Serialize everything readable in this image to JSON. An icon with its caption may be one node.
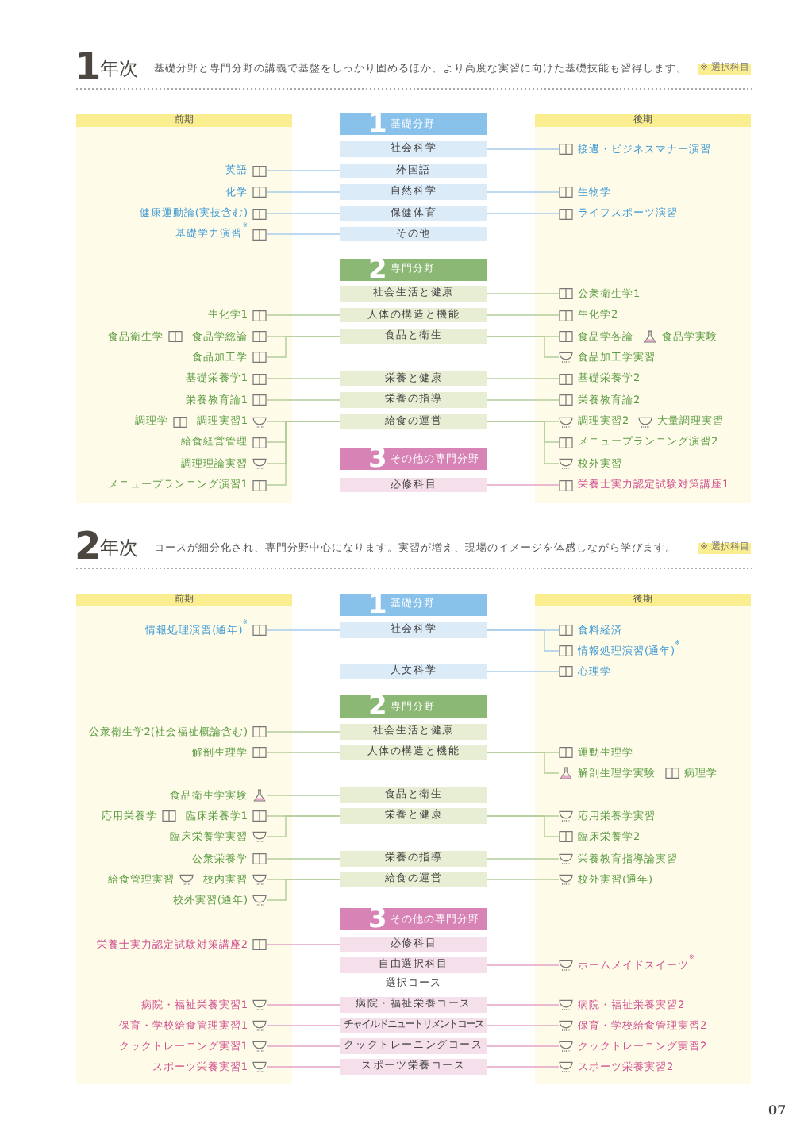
{
  "diagram": {
    "nodes": [
      {
        "text": [
          "前期"
        ]
      },
      {
        "text": [
          "英語"
        ],
        "in": 0
      },
      {
        "text": [
          "化学"
        ],
        "in": 0
      },
      {
        "text": [
          "健康運動論(実技含む)"
        ],
        "in": 0
      },
      {
        "text": [
          "基礎学力演習$^{※}$"
        ],
        "in": 0
      },
      {
        "text": [
          "生化学1"
        ],
        "in": 0
      },
      {
        "text": [
          "食品衛生学",
          "食品学総論"
        ],
        "in": 0
      },
      {
        "text": [
          "食品加工学"
        ],
        "in": 0
      },
      {
        "text": [
          "基礎栄養学1"
        ],
        "in": 0
      },
      {
        "text": [
          "栄養教育論1"
        ],
        "in": 0
      },
      {
        "text": [
          "調理学",
          "調理実習1"
        ],
        "in": 0
      },
      {
        "text": [
          "給食経営管理"
        ],
        "in": 0
      },
      {
        "text": [
          "調理理論実習"
        ],
        "in": 0
      },
      {
        "text": [
          "メニュープランニング演習1"
        ],
        "in": 0
      },
      {
        "text": [
          "1",
          "基礎分野"
        ]
      },
      {
        "text": [
          "社会科学"
        ]
      },
      {
        "text": [
          "外国語"
        ]
      },
      {
        "text": [
          "自然科学"
        ]
      },
      {
        "text": [
          "保健体育"
        ]
      },
      {
        "text": [
          "その他"
        ]
      },
      {
        "text": [
          "2",
          "専門分野"
        ]
      },
      {
        "text": [
          "社会生活と健康"
        ]
      },
      {
        "text": [
          "人体の構造と機能"
        ]
      },
      {
        "text": [
          "食品と衛生"
        ]
      },
      {
        "text": [
          "栄養と健康"
        ]
      },
      {
        "text": [
          "栄養の指導"
        ]
      },
      {
        "text": [
          "給食の運営"
        ]
      },
      {
        "text": [
          "3",
          "その他の専門分野"
        ]
      },
      {
        "text": [
          "必修科目"
        ]
      },
      {
        "text": [
          "後期"
        ]
      },
      {
        "text": [
          "接遇・ビジネスマナー演習"
        ],
        "in": 29
      },
      {
        "text": [
          "生物学"
        ],
        "in": 29
      },
      {
        "text": [
          "ライフスポーツ演習"
        ],
        "in": 29
      },
      {
        "text": [
          "公衆衛生学1"
        ],
        "in": 29
      },
      {
        "text": [
          "生化学2"
        ],
        "in": 29
      },
      {
        "text": [
          "食品学各論",
          "食品学実験"
        ],
        "in": 29
      },
      {
        "text": [
          "食品加工学実習"
        ],
        "in": 29
      },
      {
        "text": [
          "基礎栄養学2"
        ],
        "in": 29
      },
      {
        "text": [
          "栄養教育論2"
        ],
        "in": 29
      },
      {
        "text": [
          "調理実習2",
          "大量調理実習"
        ],
        "in": 29
      },
      {
        "text": [
          "メニュープランニング演習2"
        ],
        "in": 29
      },
      {
        "text": [
          "校外実習"
        ],
        "in": 29
      },
      {
        "text": [
          "栄養士実力認定試験対策講座1"
        ],
        "in": 29
      },
      {
        "text": [
          "前期"
        ]
      },
      {
        "text": [
          "情報処理演習(通年)$^{※}$"
        ],
        "in": 43
      },
      {
        "text": [
          "公衆衛生学2(社会福祉概論含む)"
        ],
        "in": 43
      },
      {
        "text": [
          "解剖生理学"
        ],
        "in": 43
      },
      {
        "text": [
          "食品衛生学実験"
        ],
        "in": 43
      },
      {
        "text": [
          "応用栄養学",
          "臨床栄養学1"
        ],
        "in": 43
      },
      {
        "text": [
          "臨床栄養学実習"
        ],
        "in": 43
      },
      {
        "text": [
          "公衆栄養学"
        ],
        "in": 43
      },
      {
        "text": [
          "給食管理実習",
          "校内実習"
        ],
        "in": 43
      },
      {
        "text": [
          "校外実習(通年)"
        ],
        "in": 43
      },
      {
        "text": [
          "栄養士実力認定試験対策講座2"
        ],
        "in": 43
      },
      {
        "text": [
          "病院・福祉栄養実習1"
        ],
        "in": 43
      },
      {
        "text": [
          "保育・学校給食管理実習1"
        ],
        "in": 43
      },
      {
        "text": [
          "クックトレーニング実習1"
        ],
        "in": 43
      },
      {
        "text": [
          "スポーツ栄養実習1"
        ],
        "in": 43
      },
      {
        "text": [
          "1",
          "基礎分野"
        ]
      },
      {
        "text": [
          "社会科学"
        ]
      },
      {
        "text": [
          "人文科学"
        ]
      },
      {
        "text": [
          "2",
          "専門分野"
        ]
      },
      {
        "text": [
          "社会生活と健康"
        ]
      },
      {
        "text": [
          "人体の構造と機能"
        ]
      },
      {
        "text": [
          "食品と衛生"
        ]
      },
      {
        "text": [
          "栄養と健康"
        ]
      },
      {
        "text": [
          "栄養の指導"
        ]
      },
      {
        "text": [
          "給食の運営"
        ]
      },
      {
        "text": [
          "3",
          "その他の専門分野"
        ]
      },
      {
        "text": [
          "必修科目"
        ]
      },
      {
        "text": [
          "自由選択科目"
        ]
      },
      {
        "text": [
          "病院・福祉栄養コース"
        ]
      },
      {
        "text": [
          "チャイルドニュートリメントコース"
        ]
      },
      {
        "text": [
          "クックトレーニングコース"
        ]
      },
      {
        "text": [
          "スポーツ栄養コース"
        ]
      },
      {
        "text": [
          "後期"
        ]
      },
      {
        "text": [
          "食料経済"
        ],
        "in": 75
      },
      {
        "text": [
          "情報処理演習(通年)$^{※}$"
        ],
        "in": 75
      },
      {
        "text": [
          "心理学"
        ],
        "in": 75
      },
      {
        "text": [
          "運動生理学"
        ],
        "in": 75
      },
      {
        "text": [
          "解剖生理学実験",
          "病理学"
        ],
        "in": 75
      },
      {
        "text": [
          "応用栄養学実習"
        ],
        "in": 75
      },
      {
        "text": [
          "臨床栄養学2"
        ],
        "in": 75
      },
      {
        "text": [
          "栄養教育指導論実習"
        ],
        "in": 75
      },
      {
        "text": [
          "校外実習(通年)"
        ],
        "in": 75
      },
      {
        "text": [
          "ホームメイドスイーツ$^{※}$"
        ],
        "in": 75
      },
      {
        "text": [
          "病院・福祉栄養実習2"
        ],
        "in": 75
      },
      {
        "text": [
          "保育・学校給食管理実習2"
        ],
        "in": 75
      },
      {
        "text": [
          "クックトレーニング実習2"
        ],
        "in": 75
      },
      {
        "text": [
          "スポーツ栄養実習2"
        ],
        "in": 75
      }
    ],
    "edges": [
      {
        "from": 1,
        "to": 16,
        "arrow": "none",
        "color": "#a6cdea"
      },
      {
        "from": 2,
        "to": 17,
        "arrow": "none",
        "color": "#a6cdea"
      },
      {
        "from": 3,
        "to": 18,
        "arrow": "none",
        "color": "#a6cdea"
      },
      {
        "from": 4,
        "to": 19,
        "arrow": "none",
        "color": "#a6cdea"
      },
      {
        "from": 5,
        "to": 22,
        "arrow": "none"
      },
      {
        "from": 6,
        "to": 23,
        "arrow": "none"
      },
      {
        "from": 7,
        "to": 23,
        "arrow": "none"
      },
      {
        "from": 8,
        "to": 24,
        "arrow": "none"
      },
      {
        "from": 9,
        "to": 25,
        "arrow": "none"
      },
      {
        "from": 10,
        "to": 26,
        "arrow": "none"
      },
      {
        "from": 11,
        "to": 26,
        "arrow": "none"
      },
      {
        "from": 12,
        "to": 26,
        "arrow": "none"
      },
      {
        "from": 13,
        "to": 26,
        "arrow": "none"
      },
      {
        "from": 15,
        "to": 30,
        "arrow": "none",
        "color": "#a6cdea"
      },
      {
        "from": 17,
        "to": 31,
        "arrow": "none",
        "color": "#a6cdea"
      },
      {
        "from": 18,
        "to": 32,
        "arrow": "none",
        "color": "#a6cdea"
      },
      {
        "from": 21,
        "to": 33,
        "arrow": "none"
      },
      {
        "from": 22,
        "to": 34,
        "arrow": "none"
      },
      {
        "from": 23,
        "to": 35,
        "arrow": "none"
      },
      {
        "from": 23,
        "to": 36,
        "arrow": "none"
      },
      {
        "from": 24,
        "to": 37,
        "arrow": "none"
      },
      {
        "from": 25,
        "to": 38,
        "arrow": "none"
      },
      {
        "from": 26,
        "to": 39,
        "arrow": "none"
      },
      {
        "from": 26,
        "to": 40,
        "arrow": "none"
      },
      {
        "from": 26,
        "to": 41,
        "arrow": "none"
      },
      {
        "from": 28,
        "to": 42,
        "arrow": "none",
        "color": "#e3a3c7"
      },
      {
        "from": 44,
        "to": 59,
        "arrow": "none",
        "color": "#a6cdea"
      },
      {
        "from": 45,
        "to": 62,
        "arrow": "none"
      },
      {
        "from": 46,
        "to": 63,
        "arrow": "none"
      },
      {
        "from": 47,
        "to": 64,
        "arrow": "none"
      },
      {
        "from": 48,
        "to": 65,
        "arrow": "none"
      },
      {
        "from": 49,
        "to": 65,
        "arrow": "none"
      },
      {
        "from": 50,
        "to": 66,
        "arrow": "none"
      },
      {
        "from": 51,
        "to": 67,
        "arrow": "none"
      },
      {
        "from": 52,
        "to": 67,
        "arrow": "none"
      },
      {
        "from": 53,
        "to": 69,
        "arrow": "none",
        "color": "#e3a3c7"
      },
      {
        "from": 54,
        "to": 71,
        "arrow": "none",
        "color": "#e3a3c7"
      },
      {
        "from": 55,
        "to": 72,
        "arrow": "none",
        "color": "#e3a3c7"
      },
      {
        "from": 56,
        "to": 73,
        "arrow": "none",
        "color": "#e3a3c7"
      },
      {
        "from": 57,
        "to": 74,
        "arrow": "none",
        "color": "#e3a3c7"
      },
      {
        "from": 59,
        "to": 76,
        "arrow": "none",
        "color": "#a6cdea"
      },
      {
        "from": 59,
        "to": 77,
        "arrow": "none",
        "color": "#a6cdea"
      },
      {
        "from": 60,
        "to": 78,
        "arrow": "none",
        "color": "#a6cdea"
      },
      {
        "from": 63,
        "to": 79,
        "arrow": "none"
      },
      {
        "from": 63,
        "to": 80,
        "arrow": "none"
      },
      {
        "from": 65,
        "to": 81,
        "arrow": "none"
      },
      {
        "from": 65,
        "to": 82,
        "arrow": "none"
      },
      {
        "from": 66,
        "to": 83,
        "arrow": "none"
      },
      {
        "from": 67,
        "to": 84,
        "arrow": "none"
      },
      {
        "from": 70,
        "to": 85,
        "arrow": "none",
        "color": "#e3a3c7"
      },
      {
        "from": 71,
        "to": 86,
        "arrow": "none",
        "color": "#e3a3c7"
      },
      {
        "from": 72,
        "to": 87,
        "arrow": "none",
        "color": "#e3a3c7"
      },
      {
        "from": 73,
        "to": 88,
        "arrow": "none",
        "color": "#e3a3c7"
      },
      {
        "from": 74,
        "to": 89,
        "arrow": "none",
        "color": "#e3a3c7"
      }
    ],
    "labels": [
      "1",
      "年次",
      "基礎分野と専門分野の講義で基盤をしっかり固めるほか、より高度な実習に向けた基礎技能も習得します。",
      "※ 選択科目",
      "2",
      "年次",
      "コースが細分化され、専門分野中心になります。実習が増え、現場のイメージを体感しながら学びます。",
      "※ 選択科目",
      "選択コース",
      "07"
    ]
  }
}
